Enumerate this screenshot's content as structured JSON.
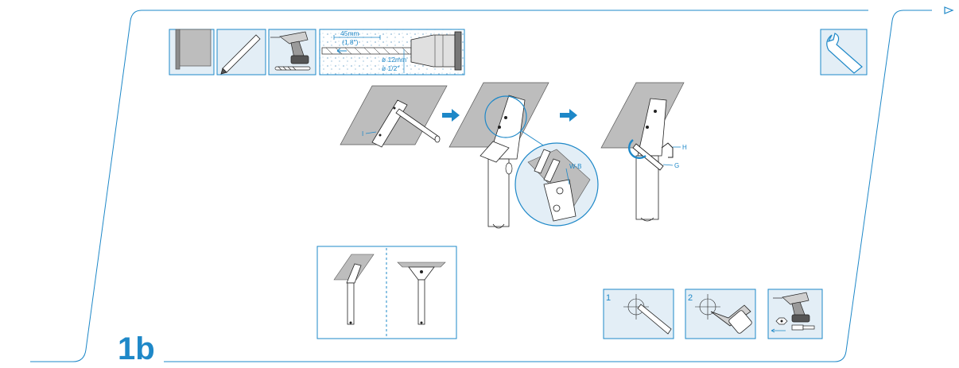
{
  "step_label": "1b",
  "tools_panel": {
    "drill_depth_mm": "45mm",
    "drill_depth_in": "(1.8\")",
    "drill_diameter_mm": "ø 12mm",
    "drill_diameter_in": "ø 1/2\""
  },
  "parts": {
    "plate_label": "I",
    "bolt_label": "W-B",
    "nut_label": "H",
    "wrench_label": "G"
  },
  "substeps": [
    "1",
    "2"
  ],
  "colors": {
    "accent": "#1e88c8",
    "panel_fill": "#e3eef6",
    "wall": "#bdbdbd",
    "line": "#222222"
  },
  "icons": [
    "wall-icon",
    "pencil-icon",
    "drill-icon",
    "drill-bit-icon",
    "wrench-icon",
    "next-page-arrow-icon"
  ]
}
